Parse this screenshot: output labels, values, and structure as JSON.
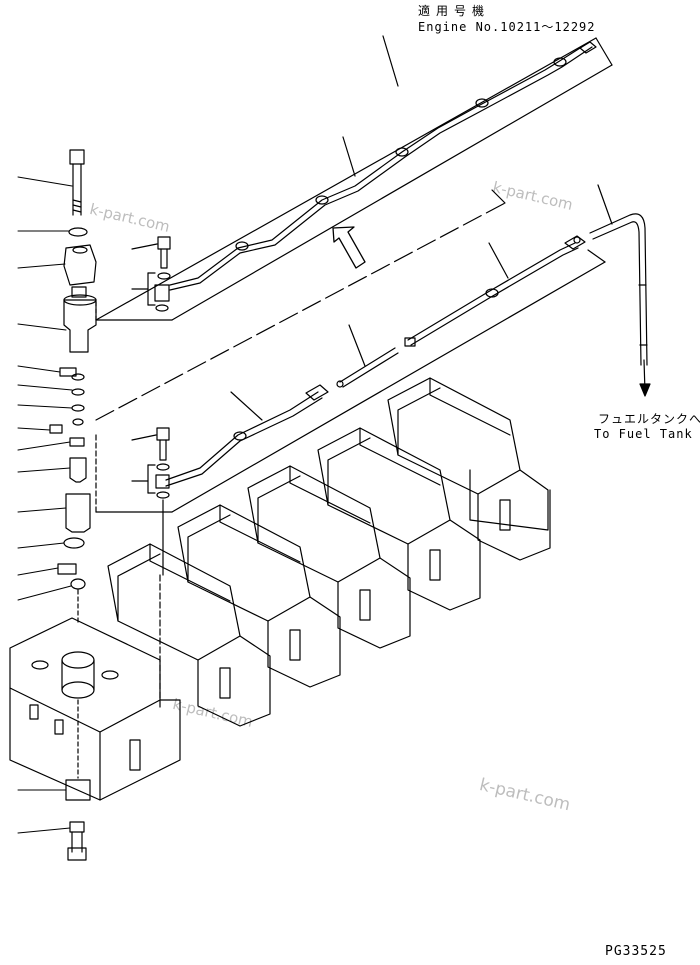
{
  "header": {
    "applicable_label": "適用号機",
    "engine_range": "Engine No.10211～12292"
  },
  "destination": {
    "jp": "フュエルタンクへ",
    "en": "To Fuel Tank"
  },
  "watermark": "k-part.com",
  "figure_id": "PG33525"
}
